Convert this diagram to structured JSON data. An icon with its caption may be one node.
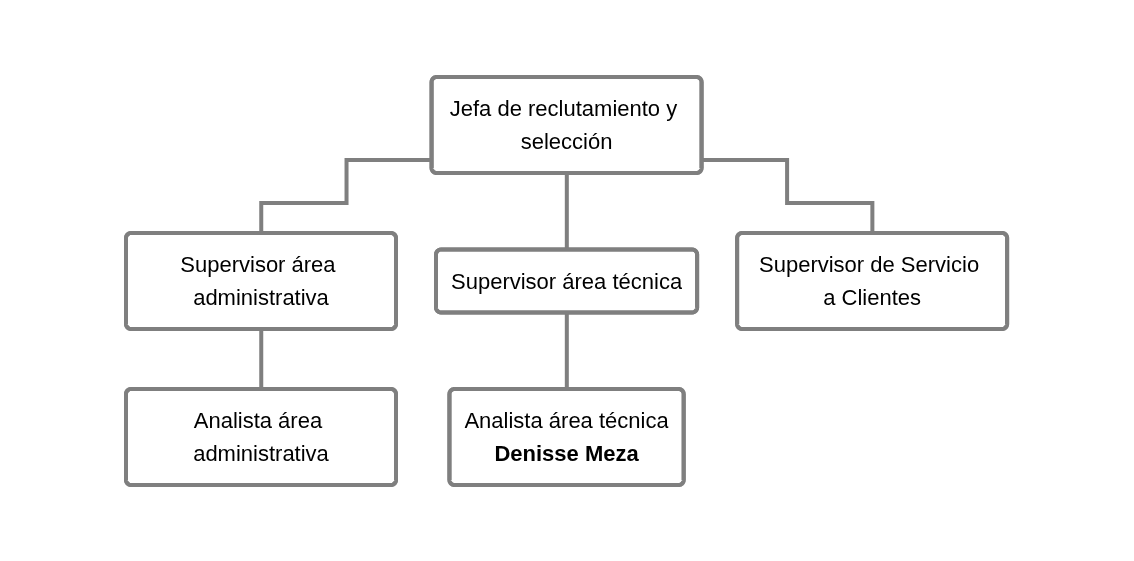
{
  "diagram": {
    "nodes": [
      {
        "text": [
          "Jefa de reclutamiento y selección"
        ]
      },
      {
        "text": [
          "Supervisor área administrativa"
        ]
      },
      {
        "text": [
          "Supervisor área técnica"
        ]
      },
      {
        "text": [
          "Supervisor de Servicio a Clientes"
        ]
      },
      {
        "text": [
          "Analista área administrativa"
        ]
      },
      {
        "text": [
          "Analista área técnica",
          "Denisse Meza"
        ]
      }
    ],
    "edges": [
      {
        "from": 0,
        "to": 1,
        "arrow": "none"
      },
      {
        "from": 0,
        "to": 2,
        "arrow": "none"
      },
      {
        "from": 0,
        "to": 3,
        "arrow": "none"
      },
      {
        "from": 1,
        "to": 4,
        "arrow": "none"
      },
      {
        "from": 2,
        "to": 5,
        "arrow": "none"
      }
    ]
  }
}
